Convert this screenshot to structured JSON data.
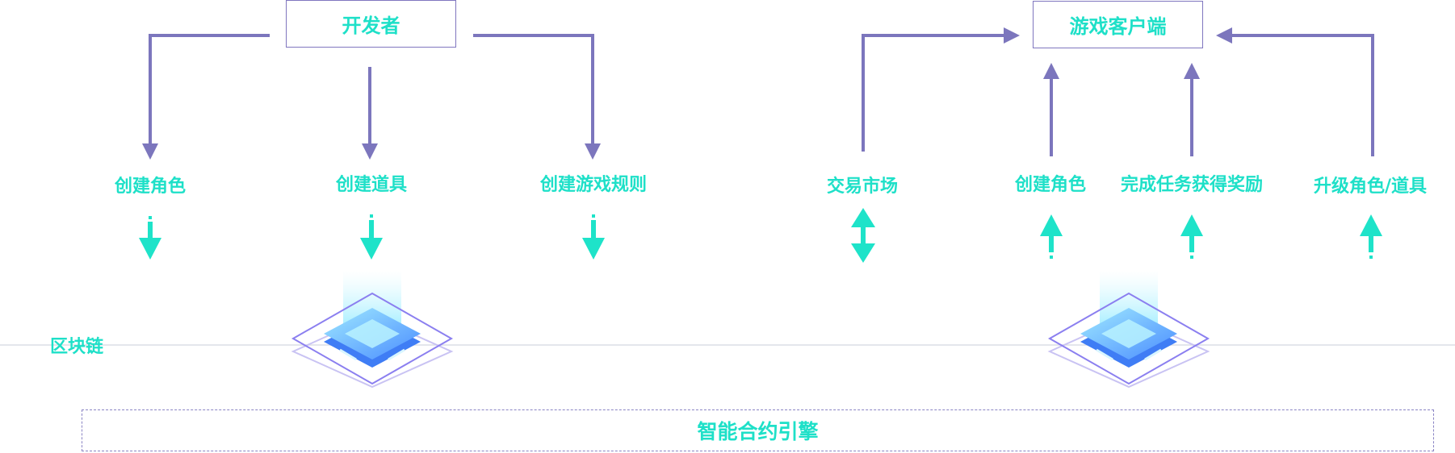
{
  "developer": {
    "title": "开发者",
    "actions": [
      "创建角色",
      "创建道具",
      "创建游戏规则"
    ]
  },
  "client": {
    "title": "游戏客户端",
    "actions": [
      "交易市场",
      "创建角色",
      "完成任务获得奖励",
      "升级角色/道具"
    ]
  },
  "blockchain_label": "区块链",
  "engine_label": "智能合约引擎",
  "colors": {
    "accent_text": "#1ee0c8",
    "line": "#7c76bd",
    "teal_arrow": "#1ee3c9",
    "chip_blue": "#4d8dff"
  },
  "icons": [
    "blockchain-node-icon",
    "blockchain-node-icon"
  ]
}
